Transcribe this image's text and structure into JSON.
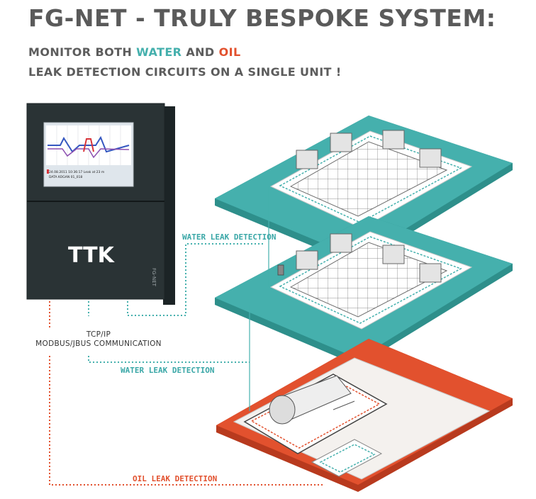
{
  "header": {
    "title": "FG-NET - TRULY BESPOKE SYSTEM:",
    "line1_prefix": "MONITOR BOTH ",
    "line1_water": "WATER",
    "line1_mid": " AND ",
    "line1_oil": "OIL",
    "line2": "LEAK DETECTION CIRCUITS ON A SINGLE UNIT !"
  },
  "device": {
    "brand": "TTK",
    "model": "FG-NET",
    "screen_text_1": "24.08.2011 10:36:17 Leak at 23 m",
    "screen_text_2": "DATA KOGAN 01_018"
  },
  "labels": {
    "water_leak_upper": "WATER LEAK DETECTION",
    "water_leak_lower": "WATER LEAK DETECTION",
    "oil_leak": "OIL LEAK DETECTION",
    "comm_line1": "TCP/IP",
    "comm_line2": "MODBUS/JBUS COMMUNICATION"
  },
  "colors": {
    "water": "#45b0ad",
    "oil": "#e2512e",
    "device": "#2a3335",
    "title": "#5a5a5a"
  }
}
